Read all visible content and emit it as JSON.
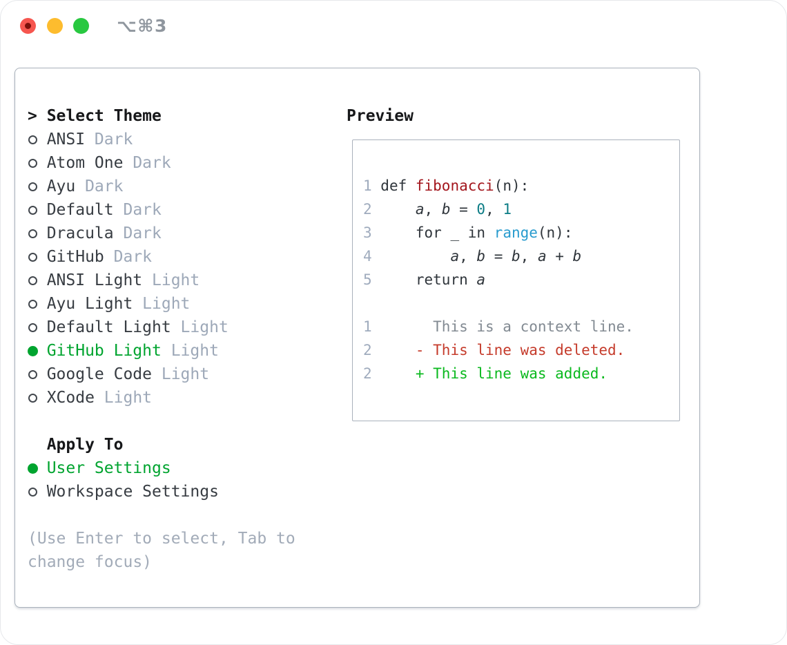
{
  "titlebar": {
    "shortcut": "⌥⌘3",
    "buttons": [
      "close",
      "minimize",
      "zoom"
    ]
  },
  "theme_list": {
    "header_marker": ">",
    "header": "Select Theme",
    "items": [
      {
        "name": "ANSI",
        "variant": "Dark",
        "selected": false
      },
      {
        "name": "Atom One",
        "variant": "Dark",
        "selected": false
      },
      {
        "name": "Ayu",
        "variant": "Dark",
        "selected": false
      },
      {
        "name": "Default",
        "variant": "Dark",
        "selected": false
      },
      {
        "name": "Dracula",
        "variant": "Dark",
        "selected": false
      },
      {
        "name": "GitHub",
        "variant": "Dark",
        "selected": false
      },
      {
        "name": "ANSI Light",
        "variant": "Light",
        "selected": false
      },
      {
        "name": "Ayu Light",
        "variant": "Light",
        "selected": false
      },
      {
        "name": "Default Light",
        "variant": "Light",
        "selected": false
      },
      {
        "name": "GitHub Light",
        "variant": "Light",
        "selected": true
      },
      {
        "name": "Google Code",
        "variant": "Light",
        "selected": false
      },
      {
        "name": "XCode",
        "variant": "Light",
        "selected": false
      }
    ]
  },
  "apply_to": {
    "header": "Apply To",
    "options": [
      {
        "name": "User Settings",
        "selected": true
      },
      {
        "name": "Workspace Settings",
        "selected": false
      }
    ]
  },
  "hint": {
    "lines": [
      "(Use Enter to select, Tab to",
      "change focus)"
    ]
  },
  "preview": {
    "header": "Preview",
    "lines": [
      [
        {
          "c": "ln",
          "t": "1"
        },
        {
          "c": "plain",
          "t": " def "
        },
        {
          "c": "func",
          "t": "fibonacci"
        },
        {
          "c": "plain",
          "t": "(n):"
        }
      ],
      [
        {
          "c": "ln",
          "t": "2"
        },
        {
          "c": "plain",
          "t": "     "
        },
        {
          "c": "var",
          "t": "a"
        },
        {
          "c": "plain",
          "t": ", "
        },
        {
          "c": "var",
          "t": "b"
        },
        {
          "c": "plain",
          "t": " = "
        },
        {
          "c": "num",
          "t": "0"
        },
        {
          "c": "plain",
          "t": ", "
        },
        {
          "c": "num",
          "t": "1"
        }
      ],
      [
        {
          "c": "ln",
          "t": "3"
        },
        {
          "c": "plain",
          "t": "     for _ in "
        },
        {
          "c": "builtin",
          "t": "range"
        },
        {
          "c": "plain",
          "t": "(n):"
        }
      ],
      [
        {
          "c": "ln",
          "t": "4"
        },
        {
          "c": "plain",
          "t": "         "
        },
        {
          "c": "var",
          "t": "a"
        },
        {
          "c": "plain",
          "t": ", "
        },
        {
          "c": "var",
          "t": "b"
        },
        {
          "c": "plain",
          "t": " = "
        },
        {
          "c": "var",
          "t": "b"
        },
        {
          "c": "plain",
          "t": ", "
        },
        {
          "c": "var",
          "t": "a"
        },
        {
          "c": "plain",
          "t": " + "
        },
        {
          "c": "var",
          "t": "b"
        }
      ],
      [
        {
          "c": "ln",
          "t": "5"
        },
        {
          "c": "plain",
          "t": "     return "
        },
        {
          "c": "var",
          "t": "a"
        }
      ],
      [],
      [
        {
          "c": "ln",
          "t": "1"
        },
        {
          "c": "ctx",
          "t": "       This is a context line."
        }
      ],
      [
        {
          "c": "ln",
          "t": "2"
        },
        {
          "c": "del",
          "t": "     - This line was deleted."
        }
      ],
      [
        {
          "c": "ln",
          "t": "2"
        },
        {
          "c": "add",
          "t": "     + This line was added."
        }
      ]
    ]
  },
  "colors": {
    "selected_green": "#00a42f",
    "added_green": "#0ab91e",
    "deleted_red": "#c53b2b",
    "function_red": "#a3161d",
    "number_teal": "#0b7c85",
    "builtin_blue": "#289bce",
    "context_gray": "#828a92",
    "variant_gray": "#9da8b8",
    "hint_gray": "#a2abb8",
    "border_gray": "#a9b1bb",
    "traffic_red": "#f6564f",
    "traffic_yellow": "#fdbc2e",
    "traffic_green": "#28c840"
  }
}
